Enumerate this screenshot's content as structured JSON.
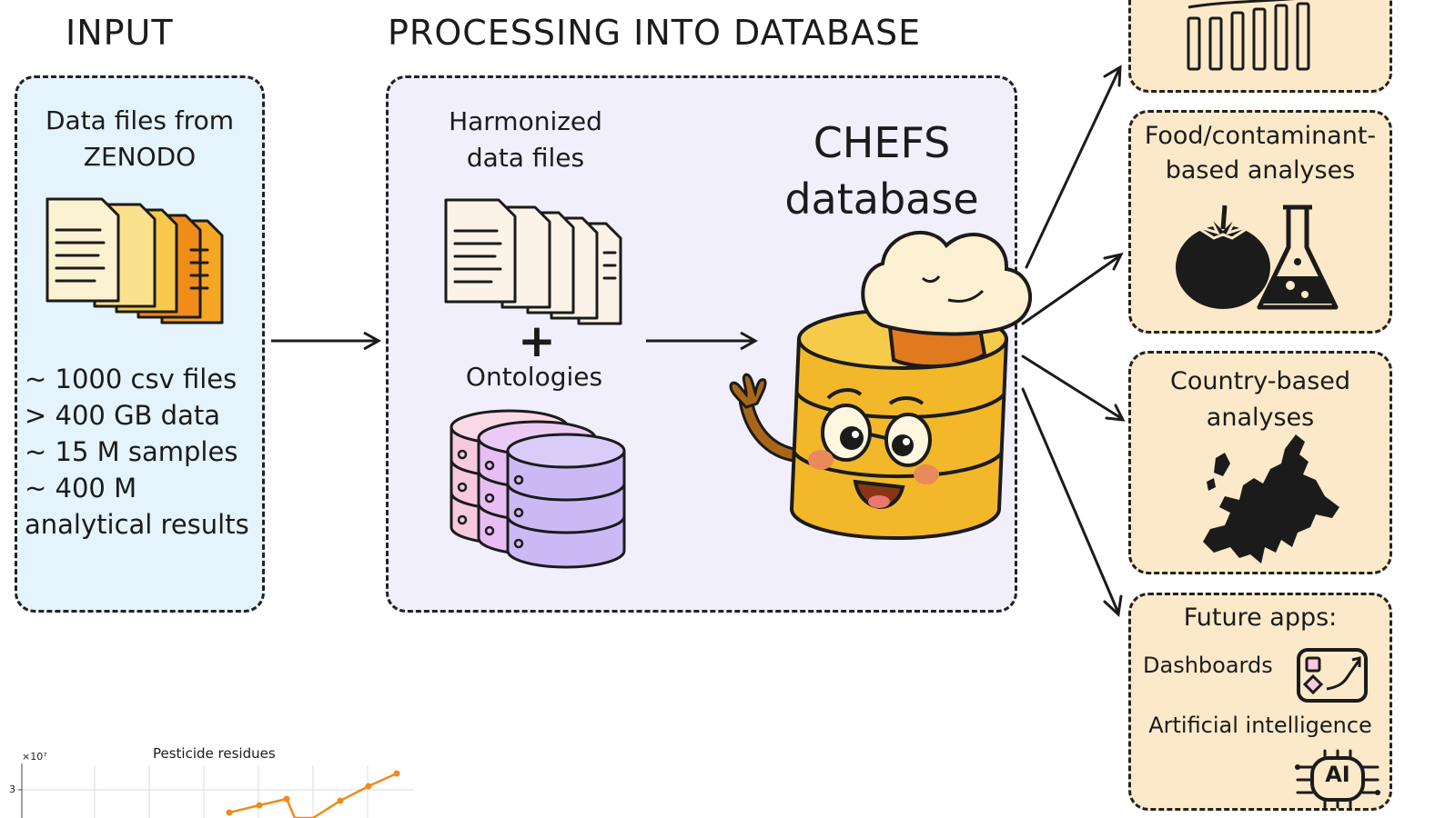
{
  "headers": {
    "input": "INPUT",
    "processing": "PROCESSING INTO DATABASE"
  },
  "input_panel": {
    "title": "Data files from\nZENODO",
    "stats": [
      "~ 1000 csv files",
      "> 400 GB data",
      "~ 15 M samples",
      "~ 400 M",
      "analytical results"
    ]
  },
  "processing_panel": {
    "harmonized": "Harmonized\ndata files",
    "plus": "+",
    "ontologies": "Ontologies",
    "db_title": "CHEFS\ndatabase"
  },
  "outputs": {
    "food": "Food/contaminant-\nbased analyses",
    "country": "Country-based\nanalyses",
    "future_title": "Future apps:",
    "dashboards": "Dashboards",
    "ai": "Artificial intelligence",
    "ai_badge": "AI"
  },
  "chart_data": {
    "type": "line",
    "title": "Pesticide residues",
    "scale_label": "×10⁷",
    "ytick": "3"
  },
  "colors": {
    "input_bg": "#e4f3fc",
    "processing_bg": "#f1effc",
    "output_bg": "#fbe9c9",
    "chef_gold": "#f2b82a",
    "chart_line": "#f08a1c"
  }
}
